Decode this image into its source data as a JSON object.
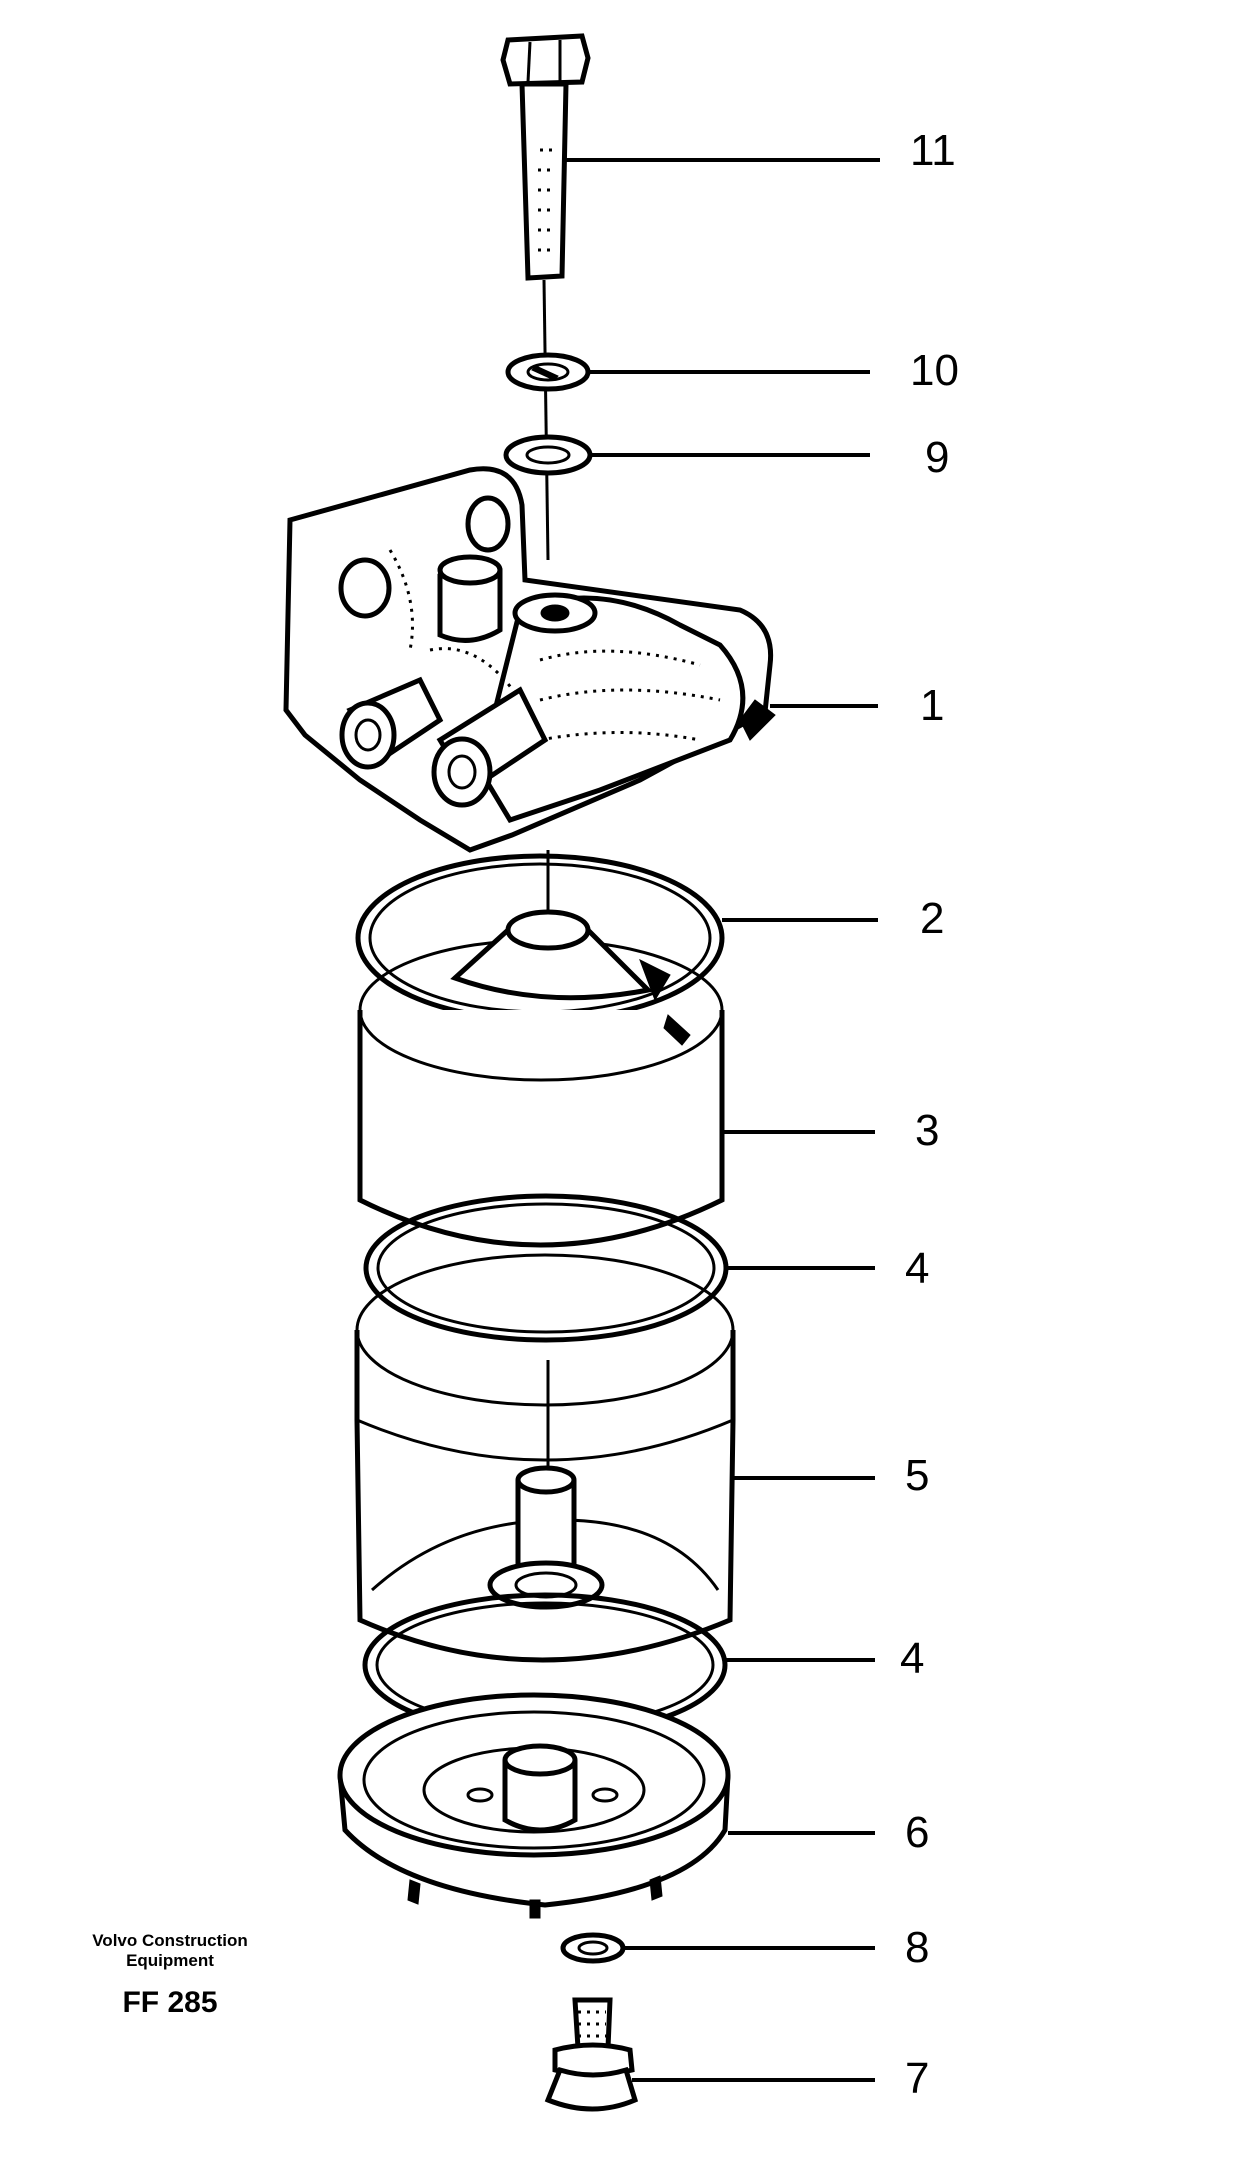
{
  "callouts": {
    "c11": "11",
    "c10": "10",
    "c9": "9",
    "c1": "1",
    "c2": "2",
    "c3": "3",
    "c4a": "4",
    "c5": "5",
    "c4b": "4",
    "c6": "6",
    "c8": "8",
    "c7": "7"
  },
  "brand": {
    "line1": "Volvo Construction",
    "line2": "Equipment",
    "code": "FF 285"
  }
}
